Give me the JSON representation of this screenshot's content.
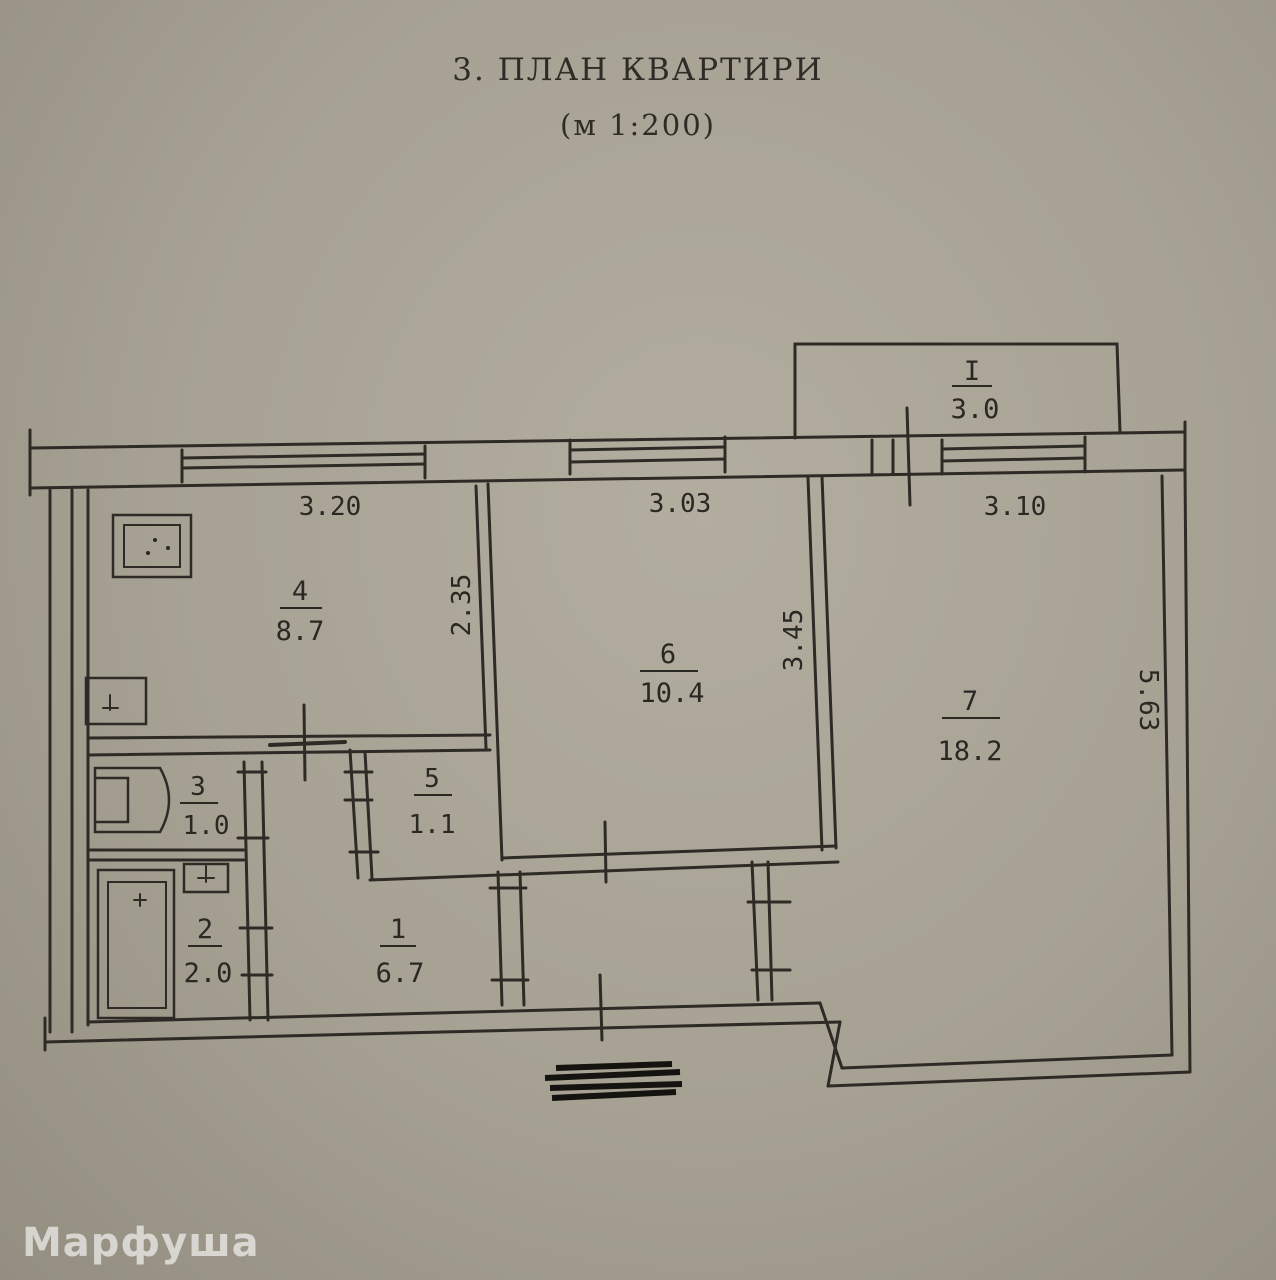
{
  "header": {
    "title": "3. ПЛАН КВАРТИРИ",
    "scale": "(м 1:200)"
  },
  "dimensions": {
    "top_left": "3.20",
    "top_middle": "3.03",
    "top_right": "3.10",
    "kitchen_depth": "2.35",
    "room6_depth": "3.45",
    "room7_depth": "5.63"
  },
  "rooms": [
    {
      "number": "1",
      "area": "6.7"
    },
    {
      "number": "2",
      "area": "2.0"
    },
    {
      "number": "3",
      "area": "1.0"
    },
    {
      "number": "4",
      "area": "8.7"
    },
    {
      "number": "5",
      "area": "1.1"
    },
    {
      "number": "6",
      "area": "10.4"
    },
    {
      "number": "7",
      "area": "18.2"
    }
  ],
  "balcony": {
    "number": "I",
    "area": "3.0"
  },
  "watermark": "Марфуша",
  "colors": {
    "paper": "#a6a193",
    "ink": "#2a2823"
  }
}
